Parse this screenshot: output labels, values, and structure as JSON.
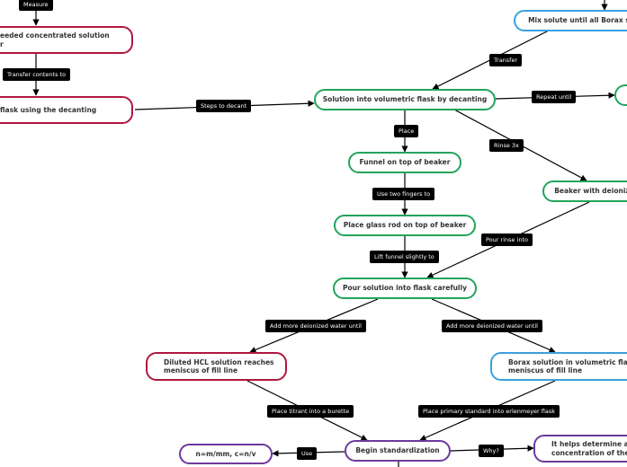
{
  "nodes": {
    "n_needed": "eeded concentrated solution\nr",
    "n_flask_left": "flask using the decanting",
    "n_mix": "Mix solute until all Borax so",
    "n_volumetric": "Solution into volumetric flask by decanting",
    "n_right_edge": "",
    "n_funnel": "Funnel on top of beaker",
    "n_beaker_deion": "Beaker with deioniz",
    "n_glass_rod": "Place glass rod on top of beaker",
    "n_pour": "Pour solution into flask carefully",
    "n_hcl": "Diluted HCL solution reaches\nmeniscus of fill line",
    "n_borax": "Borax solution in volumetric flask\nmeniscus of fill line",
    "n_begin": "Begin standardization",
    "n_formula": "n=m/mm, c=n/v",
    "n_helps": "It helps determine a c\nconcentration of the t"
  },
  "labels": {
    "l_measure": "Measure",
    "l_transfer_contents": "Transfer contents to",
    "l_steps": "Steps to decant",
    "l_transfer": "Transfer",
    "l_repeat": "Repeat until",
    "l_place": "Place",
    "l_rinse": "Rinse 3x",
    "l_two_fingers": "Use two fingers to",
    "l_pour_rinse": "Pour rinse into",
    "l_lift": "Lift funnel slightly to",
    "l_add1": "Add more deionized water until",
    "l_add2": "Add more deionized water until",
    "l_titrant": "Place titrant into a burette",
    "l_primary": "Place primary standard into erlenmeyer flask",
    "l_use": "Use",
    "l_why": "Why?"
  },
  "colors": {
    "red": "#b0173f",
    "green": "#22a45a",
    "blue": "#3aa0df",
    "purple": "#6d3a9c",
    "label_bg": "#000000"
  }
}
